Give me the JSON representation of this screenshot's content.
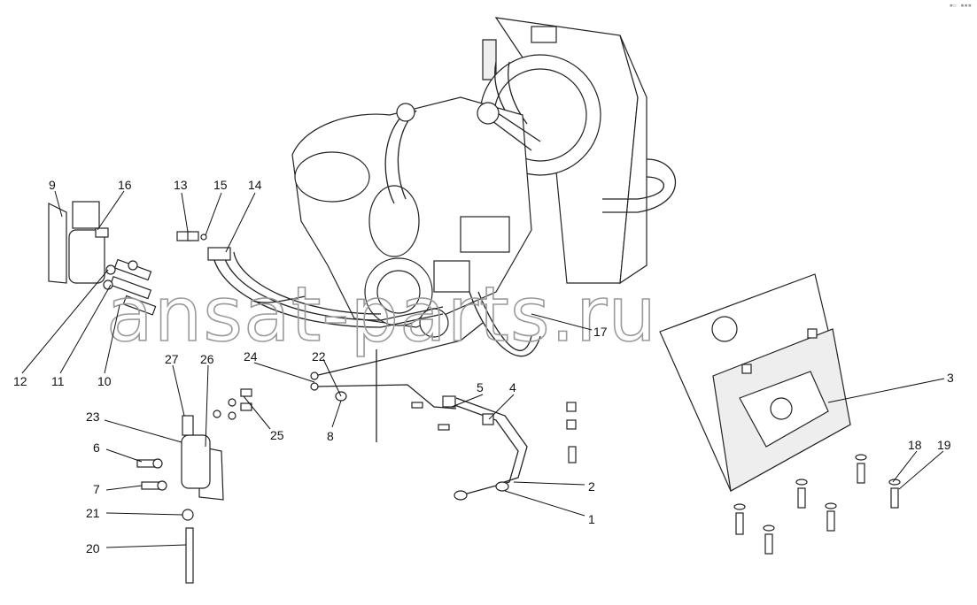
{
  "watermark": "ansat-parts.ru",
  "corner_mark": "▪▫ ▪▪▪",
  "callouts": [
    "1",
    "2",
    "3",
    "4",
    "5",
    "6",
    "7",
    "8",
    "9",
    "10",
    "11",
    "12",
    "13",
    "14",
    "15",
    "16",
    "17",
    "18",
    "19",
    "20",
    "21",
    "22",
    "23",
    "24",
    "25",
    "26",
    "27"
  ]
}
